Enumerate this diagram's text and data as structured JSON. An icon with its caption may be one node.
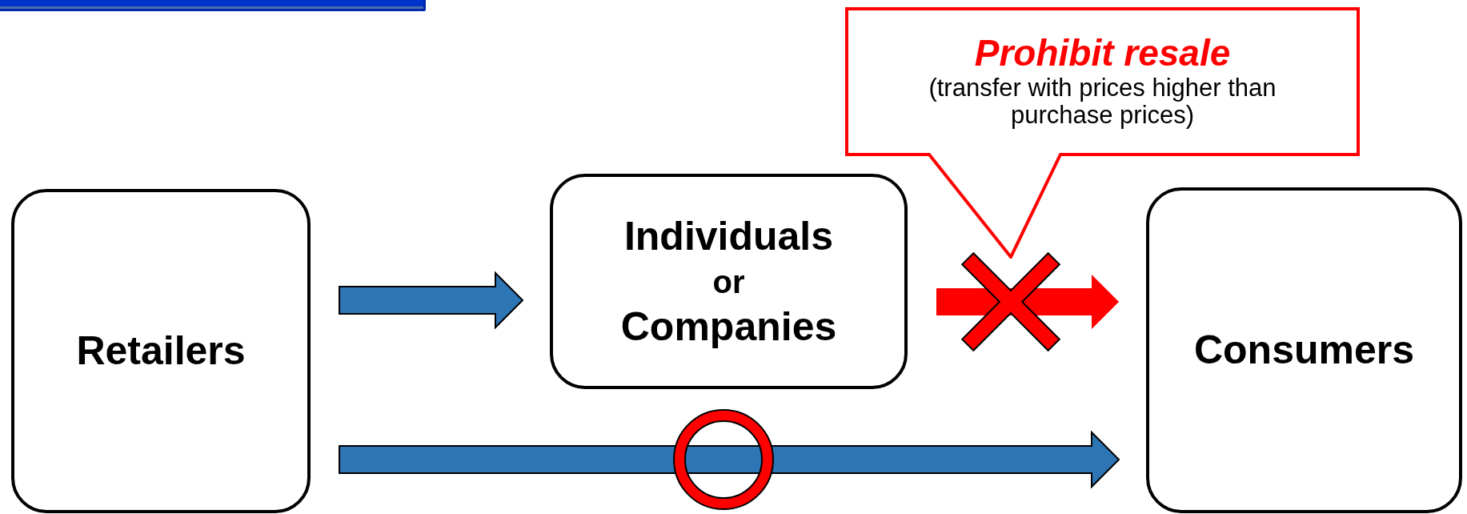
{
  "diagram": {
    "nodes": [
      {
        "text": [],
        "shape": "bar"
      },
      {
        "text": [
          "Retailers"
        ]
      },
      {
        "text": [
          "Individuals",
          "or",
          "Companies"
        ]
      },
      {
        "text": [
          "Consumers"
        ]
      },
      {
        "text": [
          "Prohibit resale",
          "(transfer with prices higher than purchase prices)"
        ]
      }
    ],
    "edges": [
      {
        "from": 1,
        "to": 2,
        "arrow": "to"
      },
      {
        "from": 2,
        "to": 3,
        "arrow": "to",
        "color": "#ff0000"
      },
      {
        "from": 1,
        "to": 3,
        "arrow": "to"
      }
    ]
  }
}
